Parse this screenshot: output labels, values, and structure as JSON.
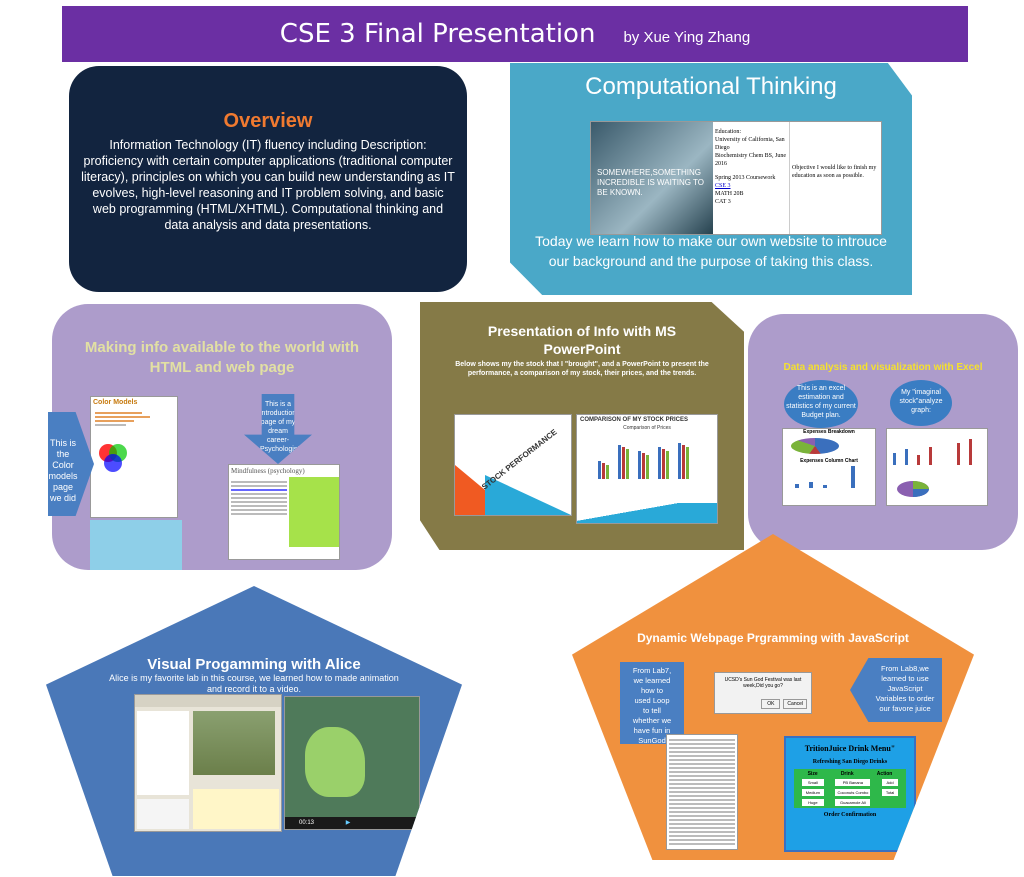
{
  "header": {
    "title": "CSE 3 Final Presentation",
    "byline": "by Xue Ying Zhang"
  },
  "overview": {
    "title": "Overview",
    "body": "Information Technology (IT) fluency including Description: proficiency with certain computer applications (traditional computer literacy), principles on which you can build new understanding as IT evolves, high-level reasoning and IT problem solving, and basic web programming (HTML/XHTML). Computational thinking and data analysis and data presentations."
  },
  "computational": {
    "title": "Computational Thinking",
    "slide_text": "SOMEWHERE,SOMETHING INCREDIBLE IS WAITING TO BE KNOWN.",
    "resume_left": [
      "Education:",
      "University of California, San Diego",
      "Biochemistry Chem BS, June 2016",
      "",
      "Spring 2013 Coursework",
      "CSE 3",
      "MATH 20B",
      "CAT 3"
    ],
    "resume_right": "Objective I would like to finish my education as soon as possible.",
    "caption": "Today we learn how to make our own website to introuce our background and the purpose of taking this class."
  },
  "html_box": {
    "title": "Making info available to the world with HTML and web page",
    "left_arrow": "This is the Color models page we did",
    "down_arrow": "This is a introduction page of my dream career-Psychologist",
    "shot1_title": "Color Models",
    "shot2_title": "Mindfulness (psychology)"
  },
  "powerpoint": {
    "title": "Presentation of Info with MS PowerPoint",
    "desc": "Below shows my the stock that I \"brought\", and a PowerPoint to present the performance, a comparison of my stock, their prices, and the trends.",
    "slide1": "STOCK PERFORMANCE",
    "slide2_title": "COMPARISON OF MY STOCK PRICES",
    "slide2_chart": "Comparison of Prices"
  },
  "excel": {
    "title": "Data analysis and visualization with Excel",
    "bubble1": "This is an excel estimation and statistics of my current Budget plan.",
    "bubble2": "My \"imaginal stock\"analyze graph:",
    "chart1": "Expenses Breakdown",
    "chart2": "Expenses Column Chart"
  },
  "alice": {
    "title": "Visual Progamming with Alice",
    "desc": "Alice is my favorite lab in this course, we learned how to made animation and record it to a video.",
    "video_time": "00:13"
  },
  "javascript": {
    "title": "Dynamic Webpage Prgramming with JavaScript",
    "left_arrow": "From Lab7, we learned how to used Loop to tell whether we have fun in SunGod",
    "right_arrow": "From Lab8,we learned to use JavaScript Variables to order our favore juice",
    "dialog": "UCSD's Sun God Festival was last week,Did you go?",
    "ok": "OK",
    "cancel": "Cancel",
    "menu_title": "TritionJuice Drink Menu\"",
    "menu_sub": "Refreshing San Diego Drinks",
    "cols": [
      "Size",
      "Drink",
      "Action"
    ],
    "sizes": [
      "Small",
      "Medium",
      "Huge"
    ],
    "drinks": [
      "PB Banana",
      "Coconuts Combo",
      "Guacamole Ali"
    ],
    "actions": [
      "Add",
      "Total"
    ],
    "confirm": "Order Confirmation"
  },
  "colors": {
    "header": "#6b2fa3",
    "overview": "#12243f",
    "teal": "#4aa8c8",
    "purple": "#ad9ccb",
    "olive": "#857a47",
    "blue": "#4a78b8",
    "orange": "#f0913e"
  }
}
